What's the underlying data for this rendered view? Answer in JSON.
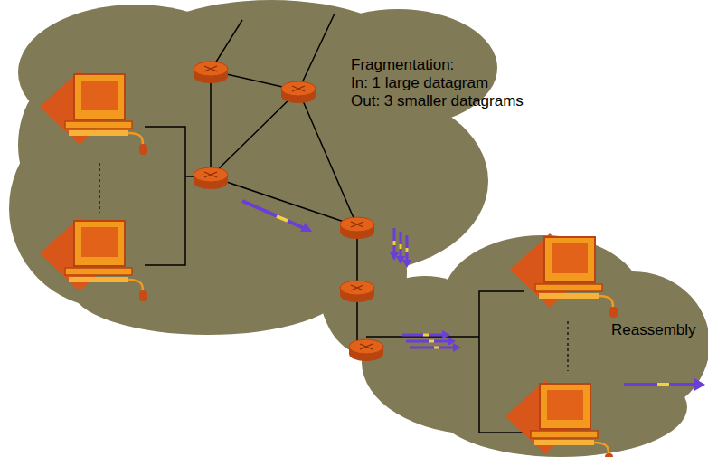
{
  "diagram": {
    "labels": [
      "Fragmentation:",
      "In: 1 large datagram",
      "Out: 3 smaller datagrams",
      "Reassembly"
    ]
  }
}
